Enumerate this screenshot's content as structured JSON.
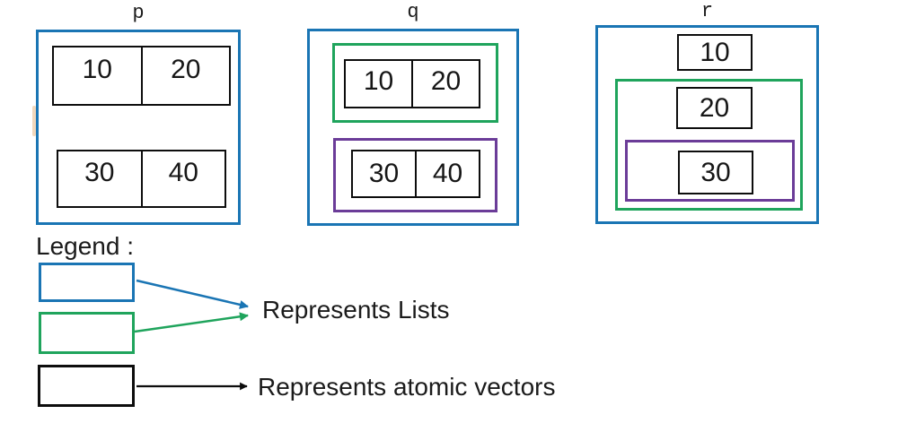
{
  "panels": {
    "p": {
      "label": "p",
      "vector1": [
        "10",
        "20"
      ],
      "vector2": [
        "30",
        "40"
      ]
    },
    "q": {
      "label": "q",
      "vector1": [
        "10",
        "20"
      ],
      "vector2": [
        "30",
        "40"
      ]
    },
    "r": {
      "label": "r",
      "value1": "10",
      "value2": "20",
      "value3": "30"
    }
  },
  "legend": {
    "title": "Legend :",
    "lists_label": "Represents Lists",
    "atomic_label": "Represents atomic vectors"
  },
  "colors": {
    "list-blue": "#1a75b4",
    "list-green": "#1fa45c",
    "list-purple": "#6b3c98",
    "atomic-black": "#0d0d0d",
    "text": "#1b1b1b"
  }
}
